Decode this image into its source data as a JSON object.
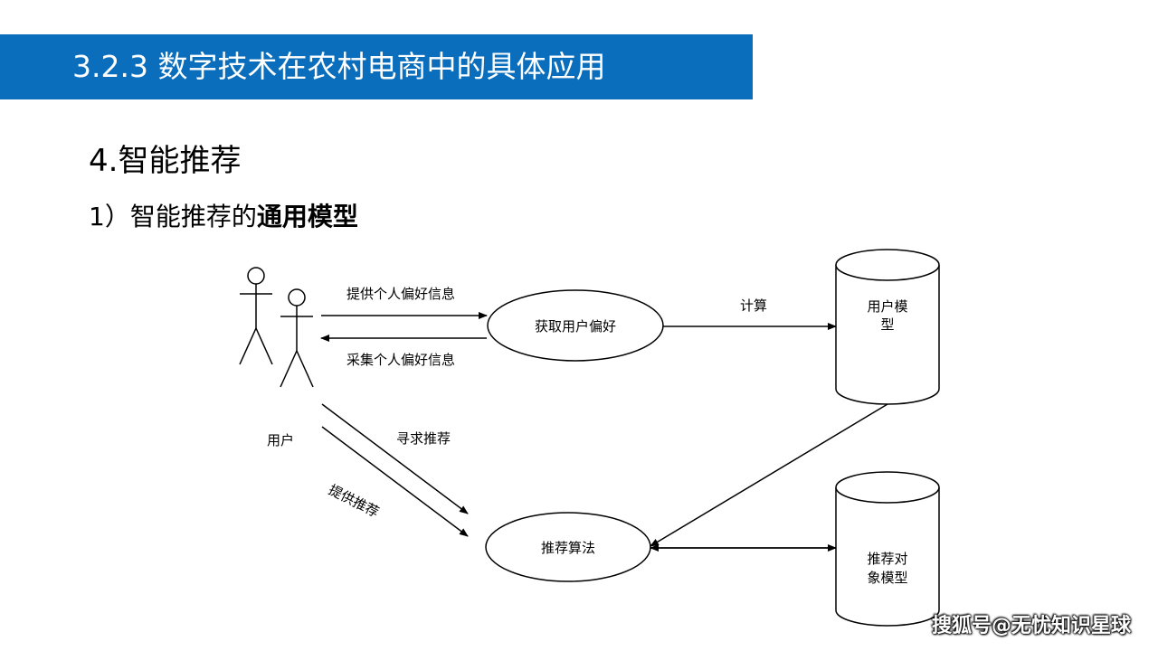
{
  "title": "3.2.3 数字技术在农村电商中的具体应用",
  "heading": "4.智能推荐",
  "subheading": {
    "prefix": "1）智能推荐的",
    "bold": "通用模型"
  },
  "diagram": {
    "actor_label": "用户",
    "process_get_pref": "获取用户偏好",
    "process_recommend": "推荐算法",
    "store_user_model": [
      "用户模",
      "型"
    ],
    "store_object_model": [
      "推荐对",
      "象模型"
    ],
    "edge_provide_info": "提供个人偏好信息",
    "edge_collect_info": "采集个人偏好信息",
    "edge_compute": "计算",
    "edge_seek": "寻求推荐",
    "edge_provide_rec": "提供推荐"
  },
  "watermark": "搜狐号@无忧知识星球",
  "colors": {
    "title_bar": "#0a6ebd",
    "title_text": "#ffffff"
  }
}
